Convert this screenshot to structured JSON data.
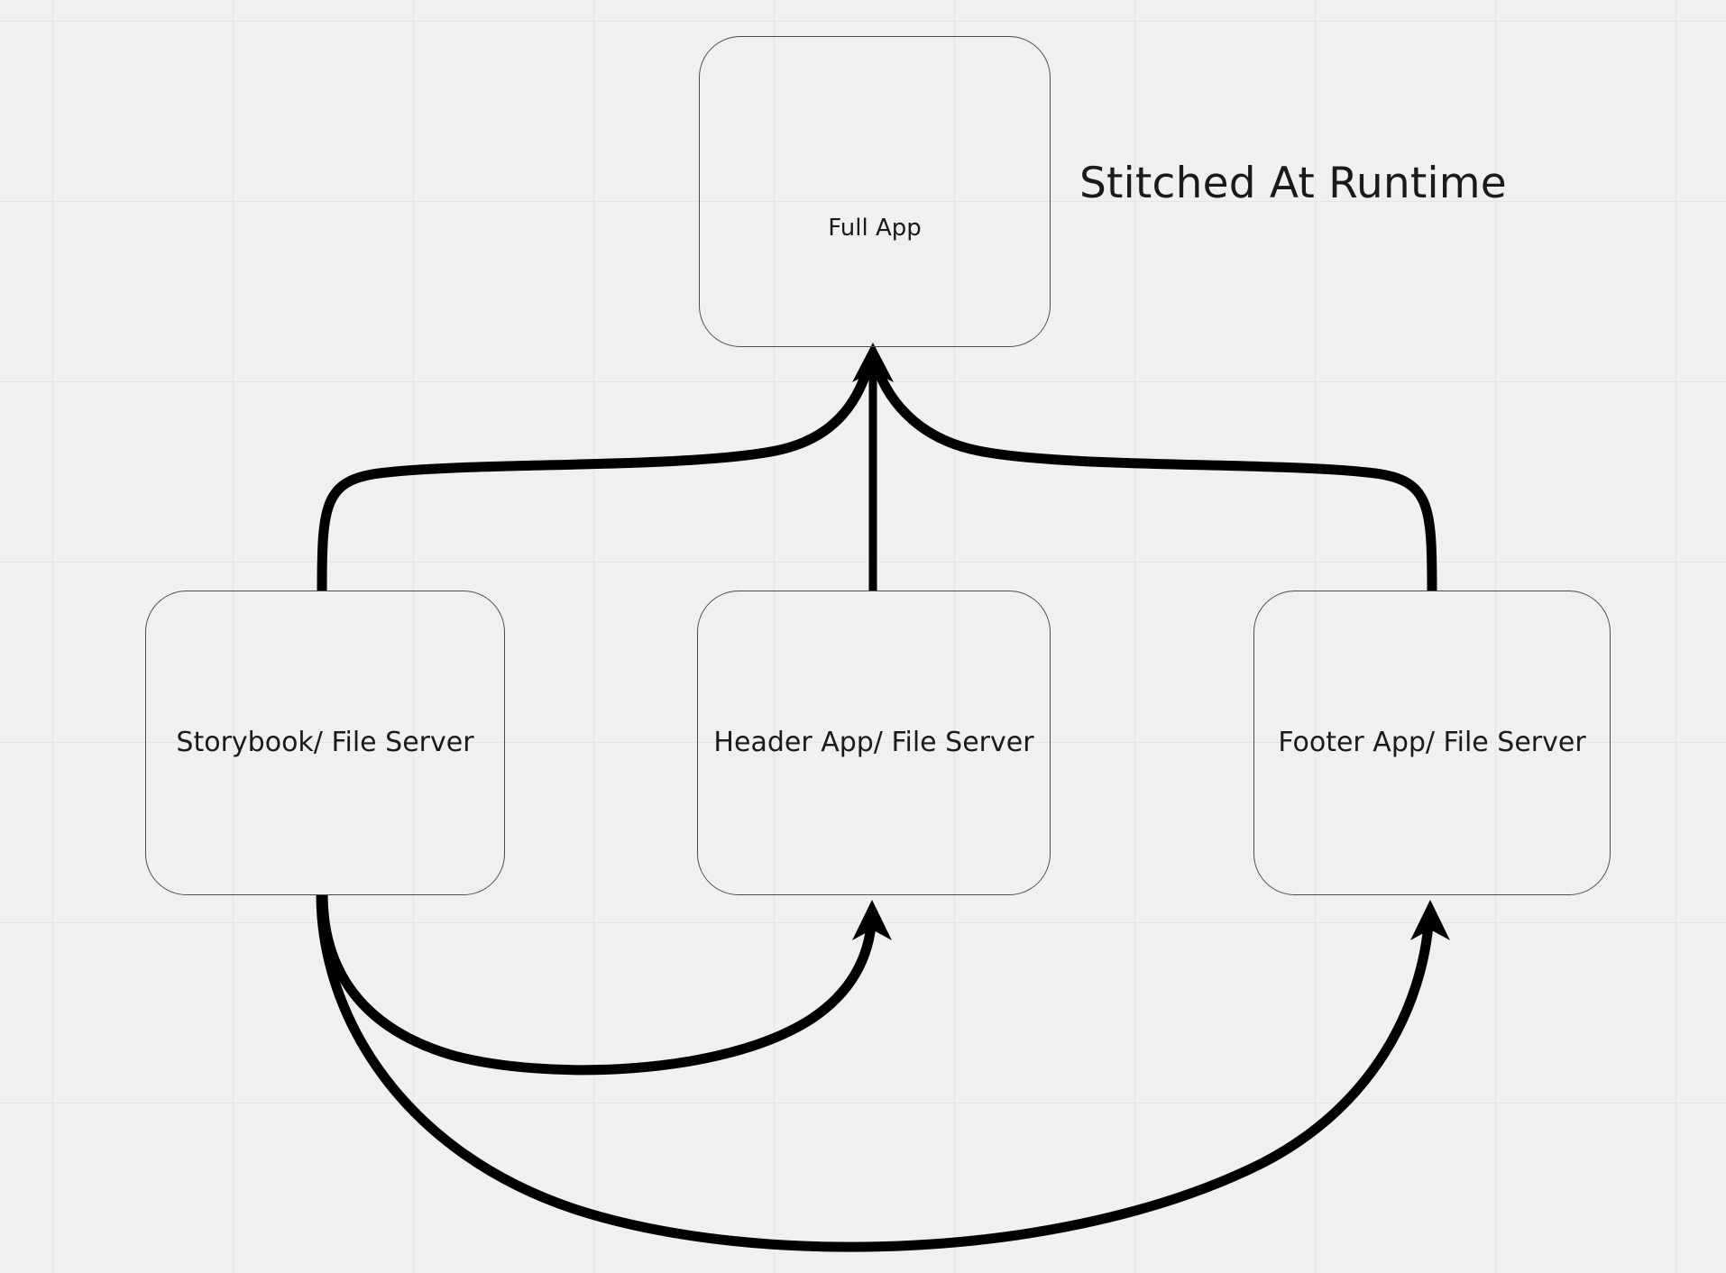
{
  "diagram": {
    "title": "Stitched At Runtime",
    "background_color": "#f0f0f0",
    "grid_color": "#e6e6e6",
    "edge_color": "#000000",
    "node_border_color": "#4d4d4d",
    "text_color": "#1a1a1a",
    "nodes": [
      {
        "id": "full-app",
        "label": "Full App"
      },
      {
        "id": "storybook",
        "label": "Storybook/ File Server"
      },
      {
        "id": "header-app",
        "label": "Header App/ File Server"
      },
      {
        "id": "footer-app",
        "label": "Footer App/ File Server"
      }
    ],
    "edges": [
      {
        "id": "storybook-to-full-app",
        "from": "Storybook/ File Server",
        "to": "Full App"
      },
      {
        "id": "header-app-to-full-app",
        "from": "Header App/ File Server",
        "to": "Full App"
      },
      {
        "id": "footer-app-to-full-app",
        "from": "Footer App/ File Server",
        "to": "Full App"
      },
      {
        "id": "storybook-to-header-app",
        "from": "Storybook/ File Server",
        "to": "Header App/ File Server"
      },
      {
        "id": "storybook-to-footer-app",
        "from": "Storybook/ File Server",
        "to": "Footer App/ File Server"
      }
    ]
  }
}
